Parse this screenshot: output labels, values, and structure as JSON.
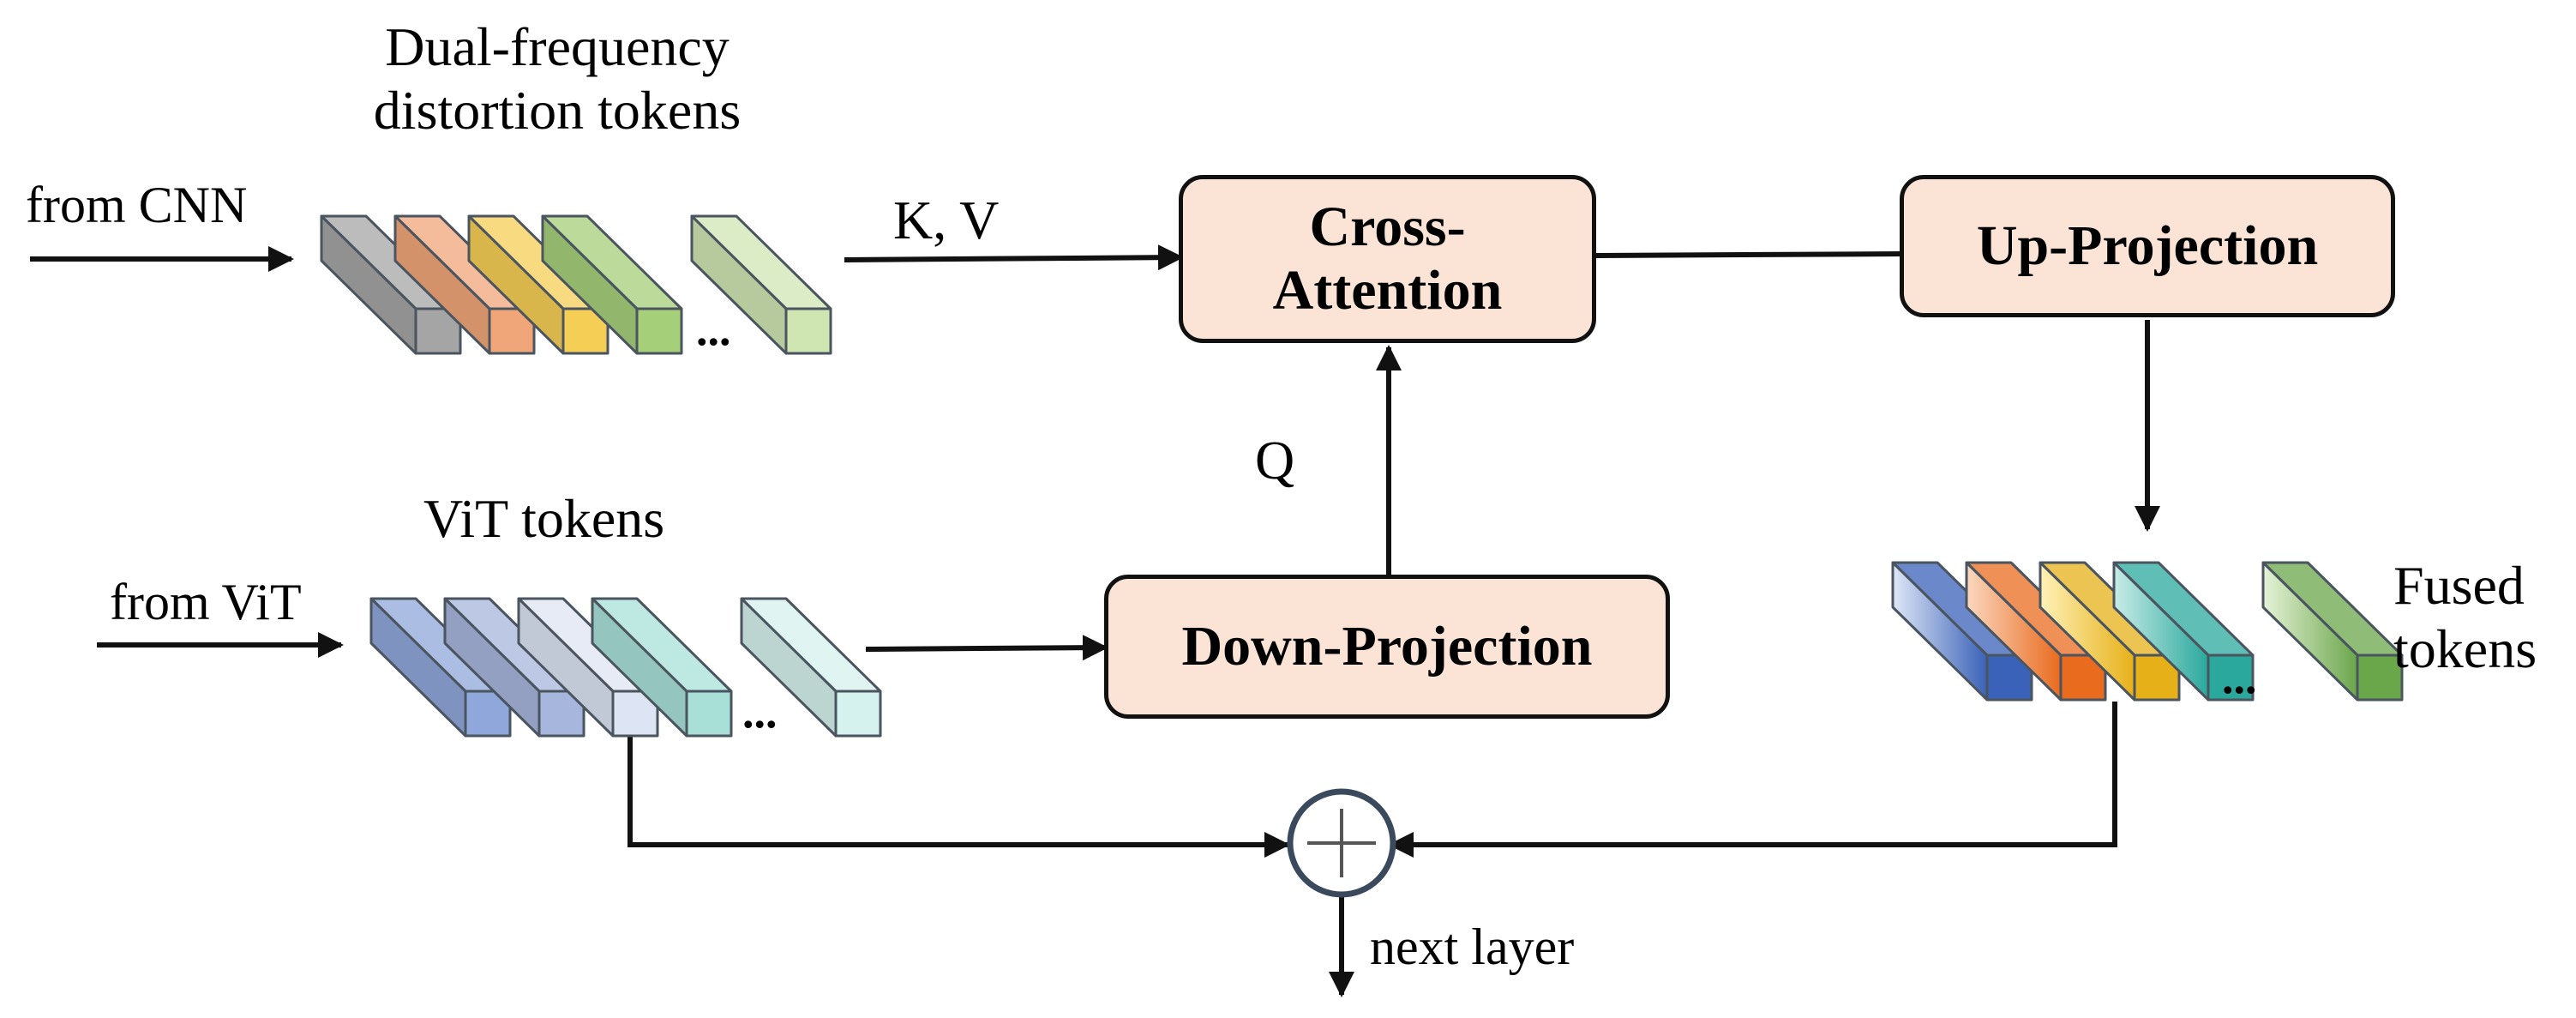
{
  "labels": {
    "dual_freq_title": "Dual-frequency\ndistortion tokens",
    "from_cnn": "from CNN",
    "kv": "K, V",
    "q": "Q",
    "vit_title": "ViT tokens",
    "from_vit": "from ViT",
    "fused": "Fused\ntokens",
    "next_layer": "next layer"
  },
  "boxes": {
    "cross_attention": "Cross-\nAttention",
    "up_projection": "Up-Projection",
    "down_projection": "Down-Projection"
  },
  "ellipsis": "...",
  "colors": {
    "box_fill": "#fbe3d5",
    "stroke": "#111111",
    "add_circle": "#3a4a5c",
    "cnn_tokens": [
      "#a5a5a5",
      "#f1a67a",
      "#f5cf55",
      "#a6cf7a",
      "#cfe6b3"
    ],
    "vit_tokens": [
      "#8fa7da",
      "#a7b6dc",
      "#dde4f3",
      "#a8e0d8",
      "#d6f2ee"
    ],
    "fused_tokens": [
      "#3a62b8",
      "#e96b1e",
      "#e6b018",
      "#2aa89d",
      "#6aa64a"
    ]
  }
}
